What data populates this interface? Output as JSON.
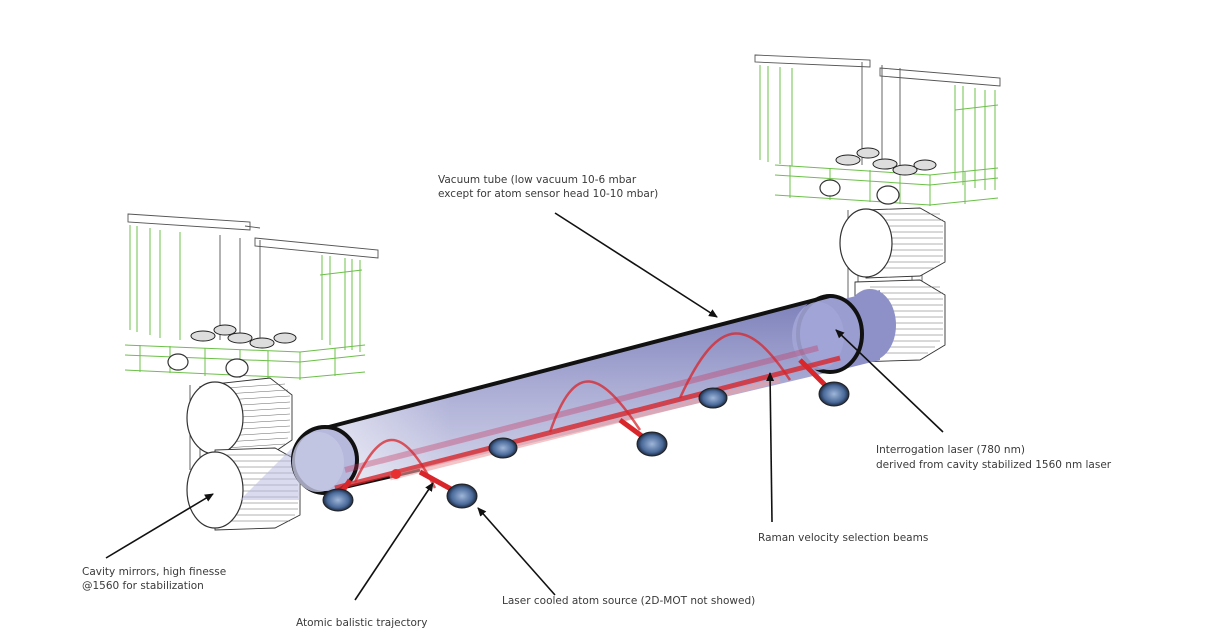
{
  "title": "Atom interferometer cavity-stabilized setup",
  "labels": {
    "vacuum_tube": {
      "line1": "Vacuum tube (low vacuum 10-6 mbar",
      "line2": "except for atom sensor head 10-10 mbar)"
    },
    "interrogation_laser": {
      "line1": "Interrogation laser (780 nm)",
      "line2": "derived from cavity stabilized 1560 nm laser"
    },
    "raman_beams": {
      "line1": "Raman velocity selection beams"
    },
    "cavity_mirrors": {
      "line1": "Cavity mirrors, high finesse",
      "line2": "@1560 for stabilization"
    },
    "atom_source": {
      "line1": "Laser cooled atom source (2D-MOT not showed)"
    },
    "trajectory": {
      "line1": "Atomic balistic trajectory"
    }
  },
  "components": [
    {
      "name": "vacuum-tube",
      "color": "#8e91c8"
    },
    {
      "name": "interrogation-laser-beam",
      "color": "#d8262b"
    },
    {
      "name": "support-frame",
      "color": "#6cc04a"
    },
    {
      "name": "cavity-mirror",
      "color": "#ffffff"
    },
    {
      "name": "atom-source",
      "color": "#4a6a9a"
    }
  ],
  "atom_source_count": 6,
  "colors": {
    "tube_fill": "#8e91c8",
    "tube_outline": "#111111",
    "laser": "#d8262b",
    "frame": "#6cc04a",
    "text": "#3a3a3a"
  }
}
